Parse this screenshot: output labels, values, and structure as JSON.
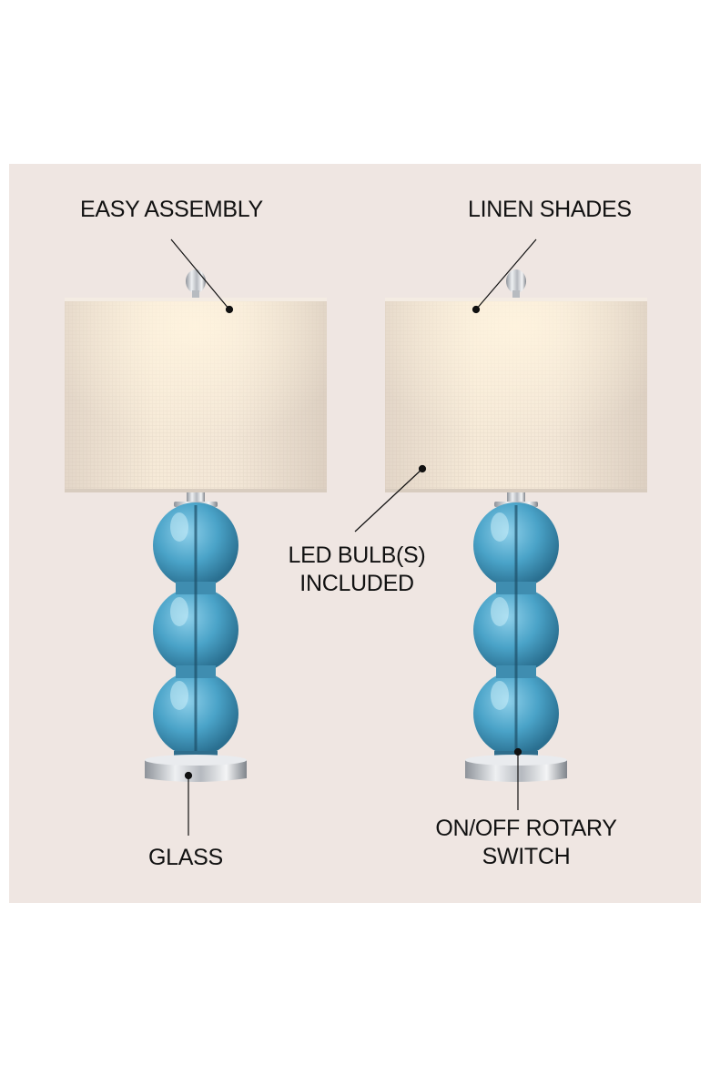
{
  "colors": {
    "panel_background": "#efe6e2",
    "page_background": "#ffffff",
    "shade": "#ece1d4",
    "glass": "#4aa3c8",
    "chrome": "#c9ccd1",
    "text": "#111111"
  },
  "callouts": {
    "easy_assembly": "EASY ASSEMBLY",
    "linen_shades": "LINEN SHADES",
    "led_line1": "LED BULB(S)",
    "led_line2": "INCLUDED",
    "glass": "GLASS",
    "switch_line1": "ON/OFF ROTARY",
    "switch_line2": "SWITCH"
  },
  "icons": {
    "lamp": "table-lamp-illustration",
    "pointer": "callout-line-with-dot"
  }
}
